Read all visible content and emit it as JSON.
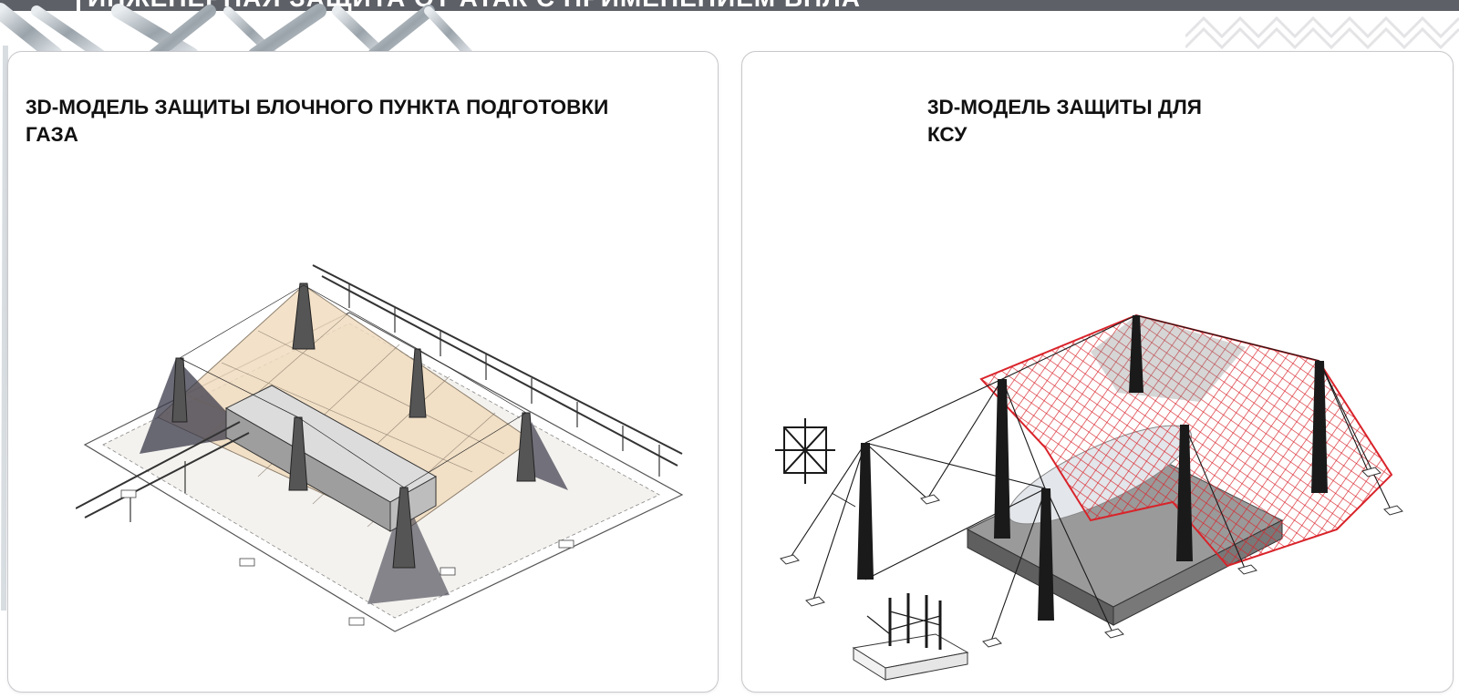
{
  "header": {
    "title": "ИНЖЕНЕРНАЯ ЗАЩИТА ОТ АТАК С ПРИМЕНЕНИЕМ БПЛА"
  },
  "panels": [
    {
      "title_line1": "3D-МОДЕЛЬ ЗАЩИТЫ БЛОЧНОГО ПУНКТА ПОДГОТОВКИ",
      "title_line2": "ГАЗА",
      "image_icon": "gas-unit-protection-model-icon"
    },
    {
      "title_line1": "3D-МОДЕЛЬ ЗАЩИТЫ ДЛЯ",
      "title_line2": "КСУ",
      "image_icon": "ksu-net-protection-model-icon"
    }
  ],
  "colors": {
    "header_bar": "#5e6067",
    "net_red": "#d9232a",
    "canopy_beige": "#f1dcc0",
    "steel_dark": "#1a1a1a"
  }
}
